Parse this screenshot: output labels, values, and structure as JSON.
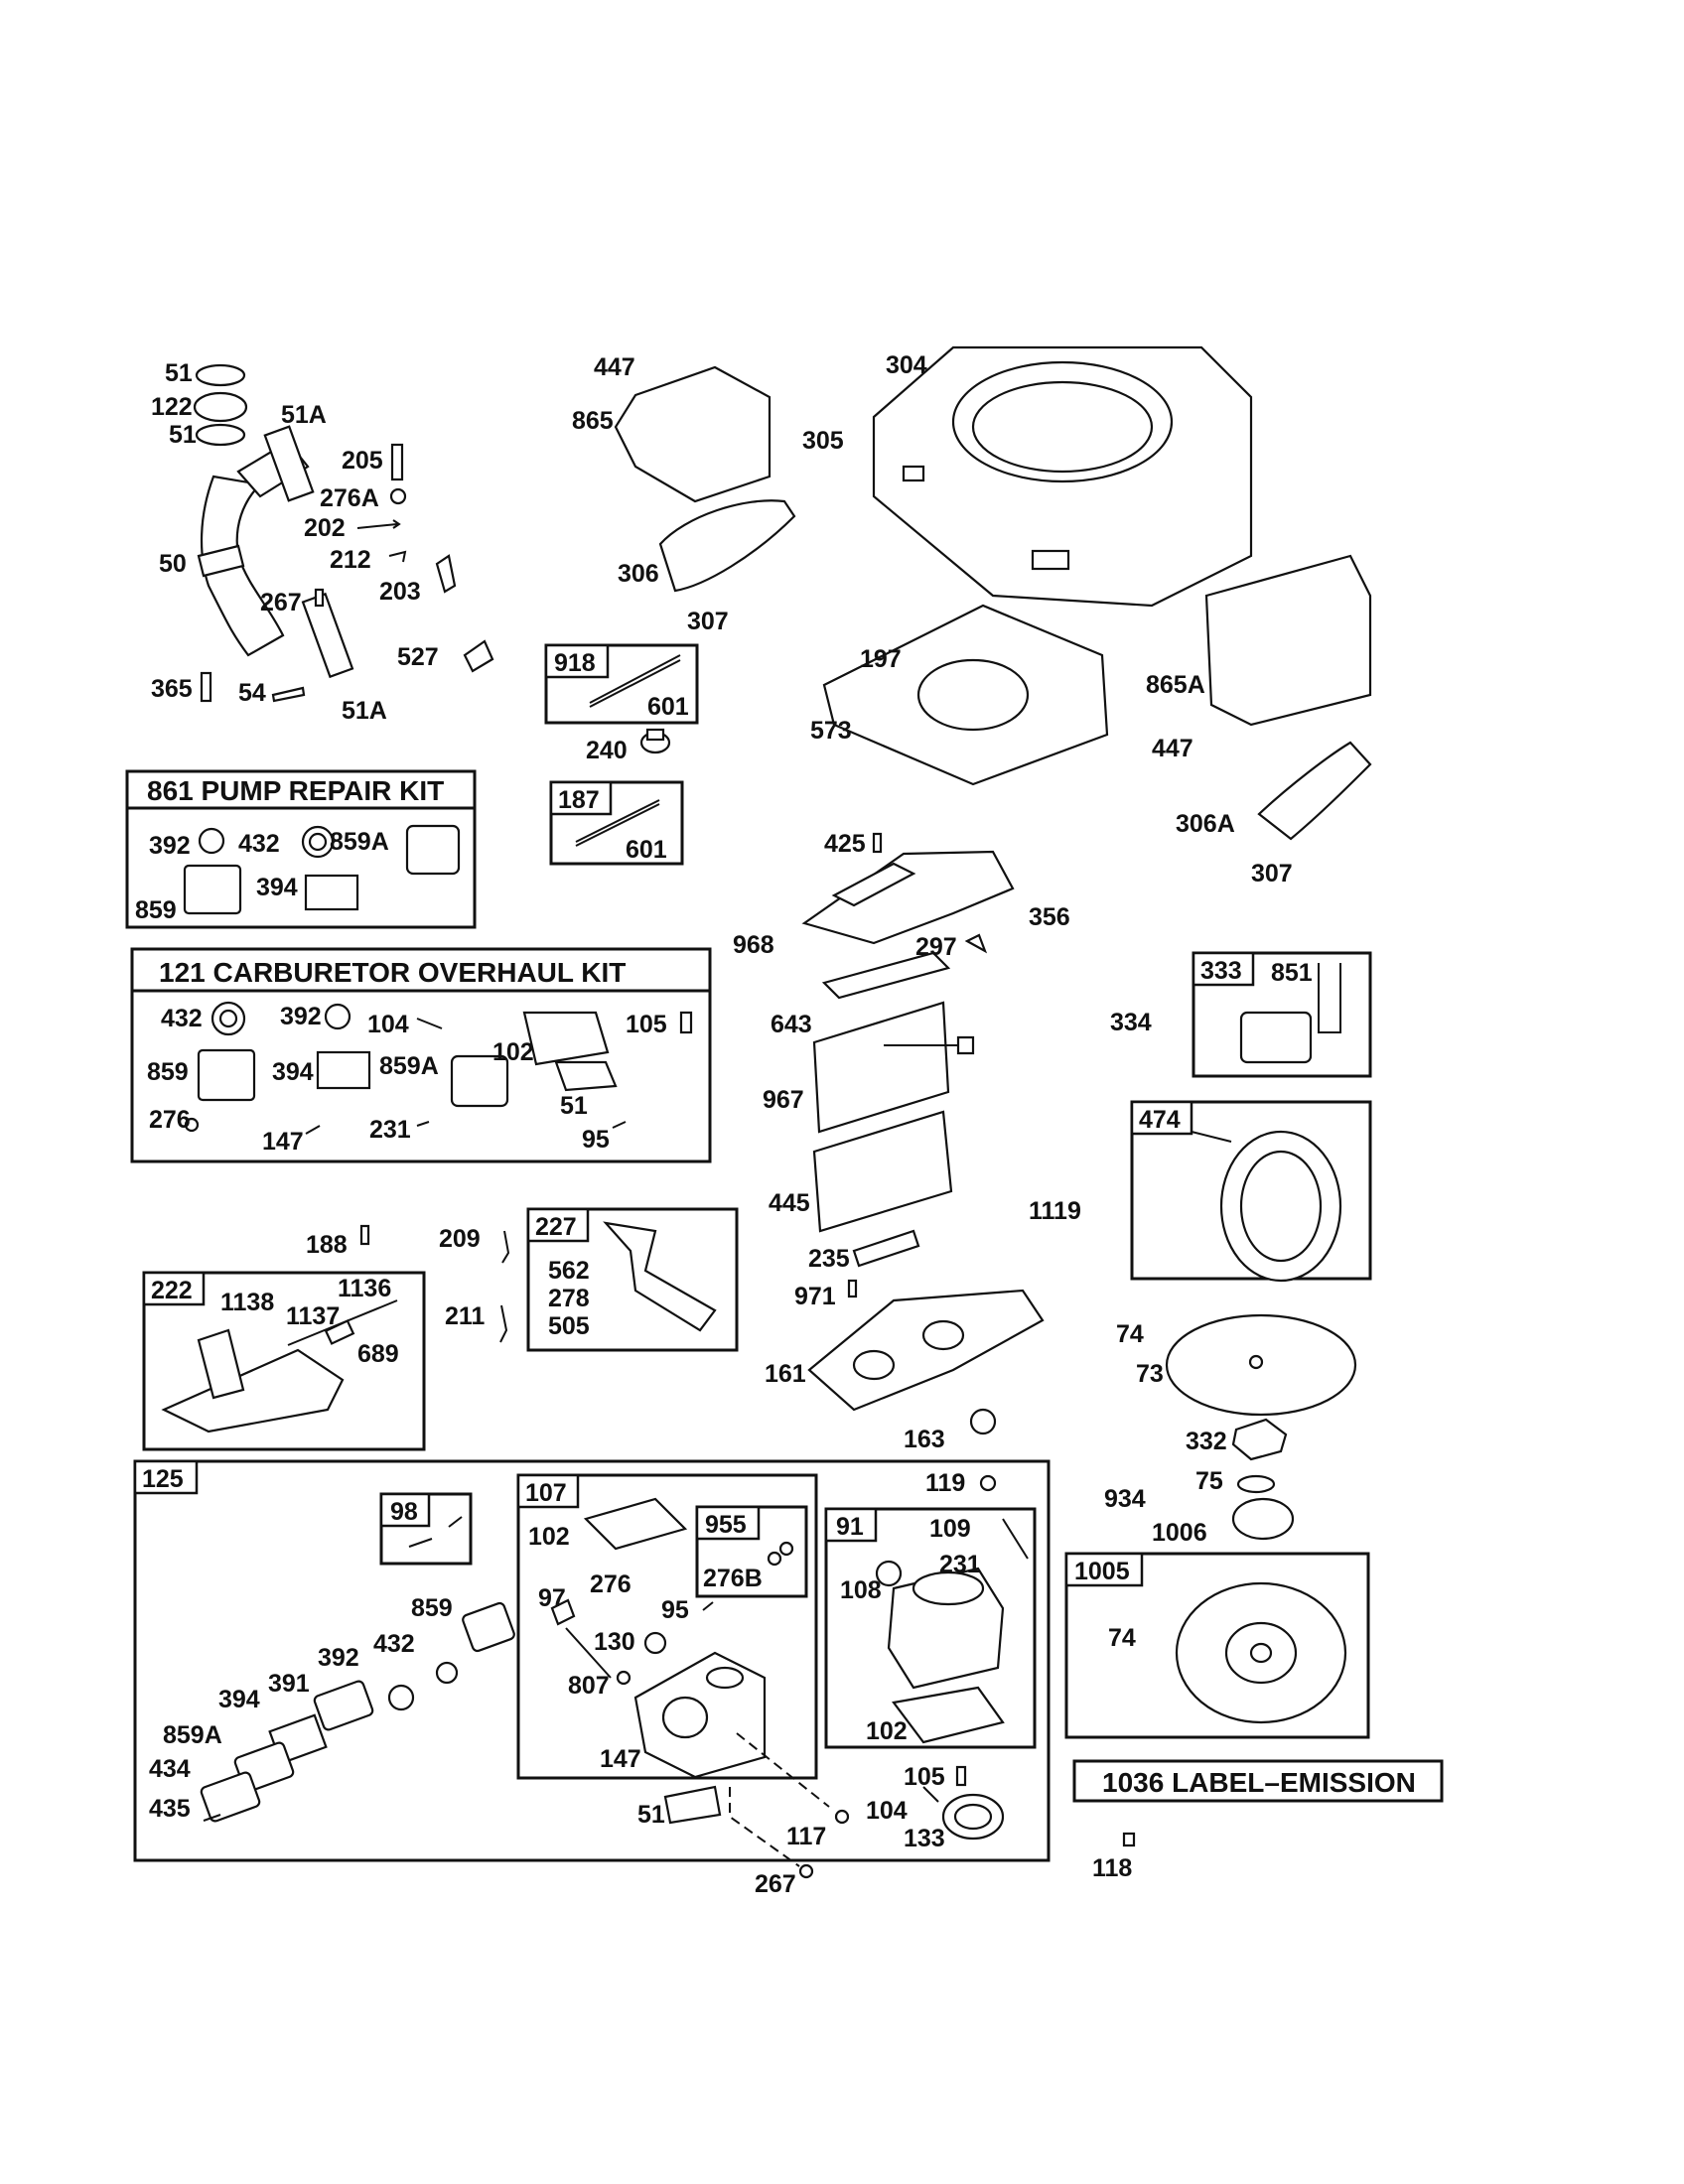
{
  "kits": {
    "pump_repair_kit": "861 PUMP REPAIR KIT",
    "carburetor_overhaul_kit": "121 CARBURETOR OVERHAUL KIT",
    "label_emission": "1036 LABEL–EMISSION"
  },
  "boxes": {
    "b918": "918",
    "b187": "187",
    "b333": "333",
    "b474": "474",
    "b222": "222",
    "b227": "227",
    "b125": "125",
    "b98": "98",
    "b107": "107",
    "b955": "955",
    "b91": "91",
    "b1005": "1005"
  },
  "labels": {
    "l51a": "51",
    "l122": "122",
    "l51b": "51",
    "l51A_top": "51A",
    "l205": "205",
    "l276A": "276A",
    "l202": "202",
    "l212": "212",
    "l203": "203",
    "l50": "50",
    "l267a": "267",
    "l527": "527",
    "l365": "365",
    "l54": "54",
    "l51A_bot": "51A",
    "l447a": "447",
    "l865": "865",
    "l306": "306",
    "l307a": "307",
    "l601a": "601",
    "l240": "240",
    "l601b": "601",
    "l304": "304",
    "l305": "305",
    "l197": "197",
    "l573": "573",
    "l865A": "865A",
    "l447b": "447",
    "l306A": "306A",
    "l307b": "307",
    "p392": "392",
    "p432": "432",
    "p859A": "859A",
    "p394": "394",
    "p859": "859",
    "c432": "432",
    "c392": "392",
    "c104": "104",
    "c102": "102",
    "c105": "105",
    "c859": "859",
    "c394": "394",
    "c859A": "859A",
    "c51": "51",
    "c276": "276",
    "c147": "147",
    "c231": "231",
    "c95": "95",
    "l425": "425",
    "l968": "968",
    "l297": "297",
    "l356": "356",
    "l643": "643",
    "l967": "967",
    "l445": "445",
    "l235": "235",
    "l971": "971",
    "l161": "161",
    "l163": "163",
    "l851": "851",
    "l334": "334",
    "l1119": "1119",
    "l74a": "74",
    "l73": "73",
    "l332": "332",
    "l75": "75",
    "l934": "934",
    "l1006": "1006",
    "l74b": "74",
    "l188": "188",
    "l209": "209",
    "l211": "211",
    "l1138": "1138",
    "l1137": "1137",
    "l1136": "1136",
    "l689": "689",
    "l562": "562",
    "l278": "278",
    "l505": "505",
    "l119": "119",
    "l859x": "859",
    "l432x": "432",
    "l392x": "392",
    "l391": "391",
    "l394x": "394",
    "l859Ax": "859A",
    "l434": "434",
    "l435": "435",
    "l102x": "102",
    "l97": "97",
    "l276x": "276",
    "l276B": "276B",
    "l95x": "95",
    "l130": "130",
    "l807": "807",
    "l147x": "147",
    "l51x": "51",
    "l117": "117",
    "l267b": "267",
    "l109": "109",
    "l108": "108",
    "l231x": "231",
    "l102y": "102",
    "l105x": "105",
    "l104x": "104",
    "l133": "133",
    "l118": "118"
  }
}
